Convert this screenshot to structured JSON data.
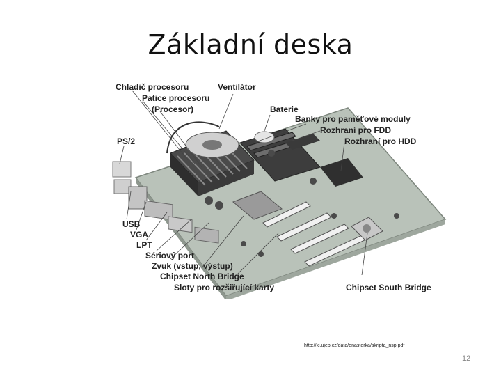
{
  "slide": {
    "title": "Základní deska",
    "source": "http://ki.ujep.cz/data/enasterka/skripta_nsp.pdf",
    "page_number": "12"
  },
  "labels": {
    "cooler": "Chladič procesoru",
    "socket": "Patice procesoru",
    "processor": "(Procesor)",
    "fan": "Ventilátor",
    "battery": "Baterie",
    "memory_banks": "Banky pro paměťové moduly",
    "fdd": "Rozhraní pro FDD",
    "hdd": "Rozhraní pro HDD",
    "ps2": "PS/2",
    "usb": "USB",
    "vga": "VGA",
    "lpt": "LPT",
    "serial": "Sériový port",
    "sound": "Zvuk (vstup, výstup)",
    "north_bridge": "Chipset North Bridge",
    "slots": "Sloty pro rozšiřující karty",
    "south_bridge": "Chipset South Bridge"
  }
}
